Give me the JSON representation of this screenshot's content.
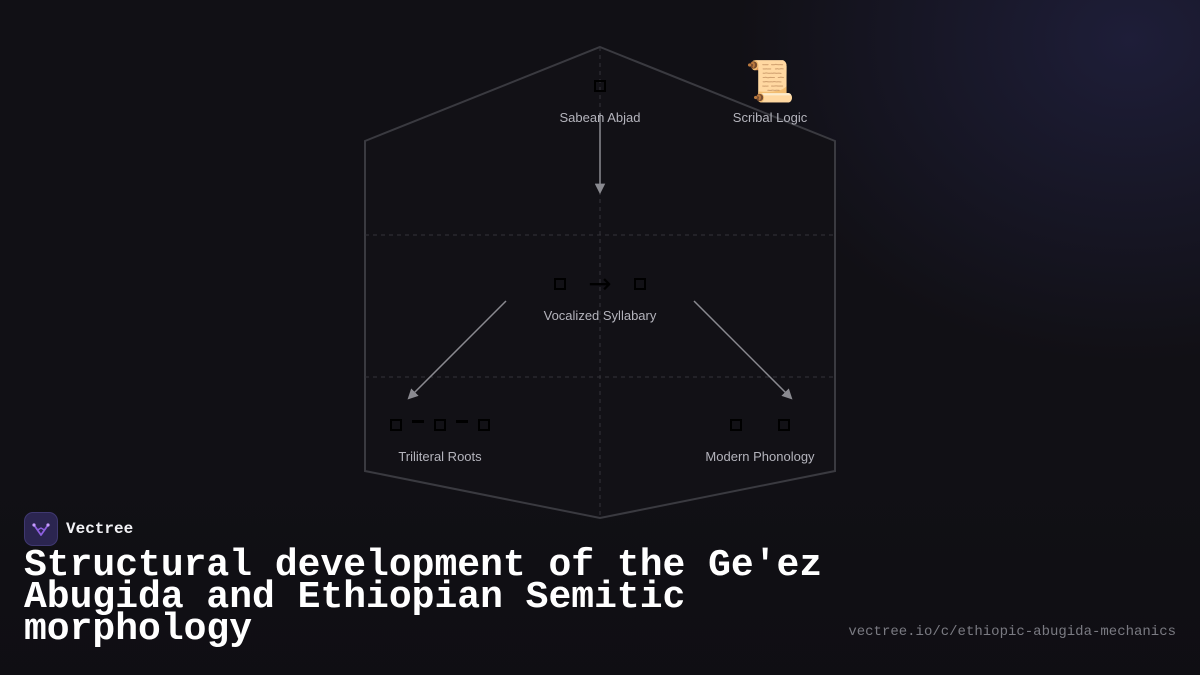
{
  "diagram": {
    "nodes": [
      {
        "id": "sabean-abjad",
        "label": "Sabean Abjad"
      },
      {
        "id": "scribal-logic",
        "label": "Scribal Logic",
        "icon": "scroll-icon"
      },
      {
        "id": "vocalized-syllabary",
        "label": "Vocalized Syllabary"
      },
      {
        "id": "triliteral-roots",
        "label": "Triliteral Roots"
      },
      {
        "id": "modern-phonology",
        "label": "Modern Phonology"
      }
    ],
    "edges": [
      {
        "from": "sabean-abjad",
        "to": "vocalized-syllabary"
      },
      {
        "from": "vocalized-syllabary",
        "to": "triliteral-roots"
      },
      {
        "from": "vocalized-syllabary",
        "to": "modern-phonology"
      }
    ],
    "scroll_glyph": "📜",
    "arrow_glyph": "→"
  },
  "brand": {
    "name": "Vectree",
    "logo_icon": "vectree-logo-icon",
    "accent": "#8e5fe0"
  },
  "title": "Structural development of the Ge'ez Abugida and Ethiopian Semitic morphology",
  "url": "vectree.io/c/ethiopic-abugida-mechanics",
  "colors": {
    "background": "#111015",
    "hexagon_stroke": "#3a3a40",
    "edge": "#8a8a90",
    "label": "#b4b4bc"
  }
}
